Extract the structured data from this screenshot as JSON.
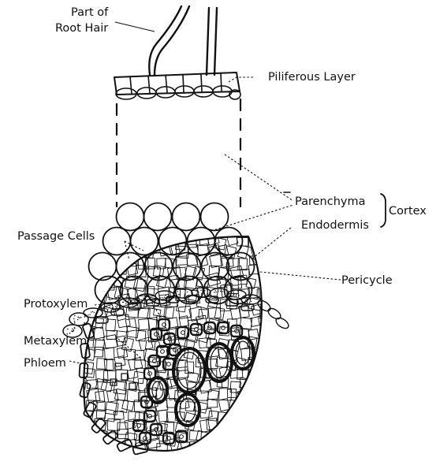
{
  "labels": {
    "part_of": "Part of",
    "root_hair": "Root Hair",
    "piliferous_layer": "Piliferous Layer",
    "parenchyma": "Parenchyma",
    "cortex": "Cortex",
    "endodermis": "Endodermis",
    "passage_cells": "Passage Cells",
    "pericycle": "Pericycle",
    "protoxylem": "Protoxylem",
    "metaxylem": "Metaxylem",
    "phloem": "Phloem"
  },
  "colors": {
    "ink": "#111111",
    "paper": "#ffffff"
  }
}
